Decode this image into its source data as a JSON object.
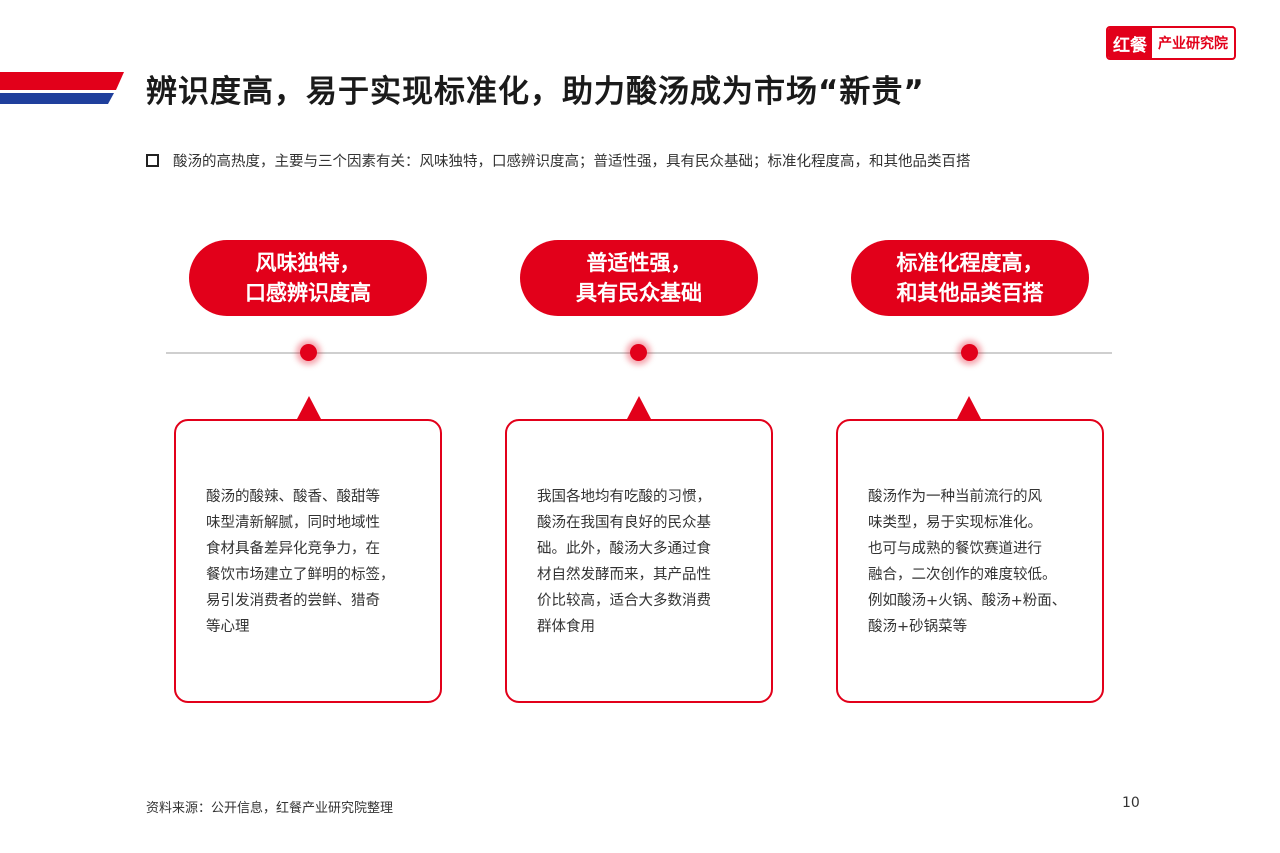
{
  "header": {
    "title": "辨识度高，易于实现标准化，助力酸汤成为市场“新贵”",
    "logo_mark": "红餐",
    "logo_text": "产业研究院"
  },
  "intro": "酸汤的高热度，主要与三个因素有关：风味独特，口感辨识度高；普适性强，具有民众基础；标准化程度高，和其他品类百搭",
  "factors": [
    {
      "title_lines": [
        "风味独特，",
        "口感辨识度高"
      ],
      "body_lines": [
        "酸汤的酸辣、酸香、酸甜等",
        "味型清新解腻，同时地域性",
        "食材具备差异化竞争力，在",
        "餐饮市场建立了鲜明的标签，",
        "易引发消费者的尝鲜、猎奇",
        "等心理"
      ]
    },
    {
      "title_lines": [
        "普适性强，",
        "具有民众基础"
      ],
      "body_lines": [
        "我国各地均有吃酸的习惯，",
        "酸汤在我国有良好的民众基",
        "础。此外，酸汤大多通过食",
        "材自然发酵而来，其产品性",
        "价比较高，适合大多数消费",
        "群体食用"
      ]
    },
    {
      "title_lines": [
        "标准化程度高，",
        "和其他品类百搭"
      ],
      "body_lines": [
        "酸汤作为一种当前流行的风",
        "味类型，易于实现标准化。",
        "也可与成熟的餐饮赛道进行",
        "融合，二次创作的难度较低。",
        "例如酸汤+火锅、酸汤+粉面、",
        "酸汤+砂锅菜等"
      ]
    }
  ],
  "footer": {
    "source": "资料来源：公开信息，红餐产业研究院整理",
    "page_number": "10"
  },
  "colors": {
    "accent_red": "#e2001a",
    "accent_blue": "#1f3f9c"
  }
}
